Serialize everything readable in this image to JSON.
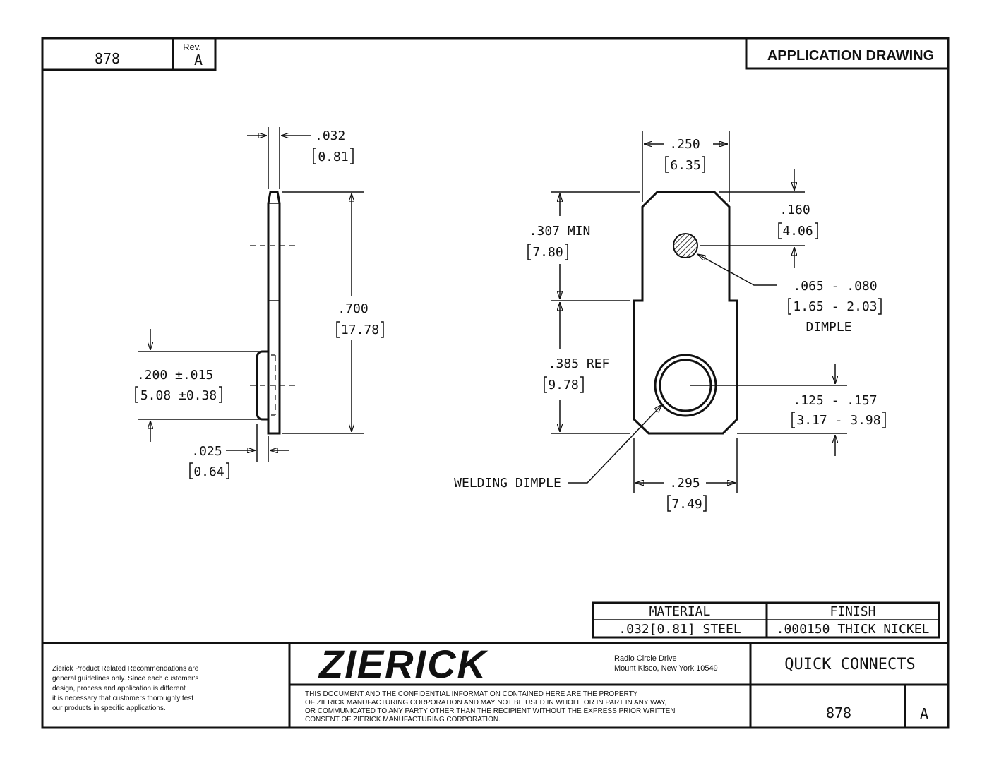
{
  "header": {
    "part_number": "878",
    "rev_label": "Rev.",
    "rev_value": "A",
    "title": "APPLICATION DRAWING"
  },
  "side_view": {
    "thickness": {
      "imperial": ".032",
      "metric": "0.81"
    },
    "length": {
      "imperial": ".700",
      "metric": "17.78"
    },
    "dimple_pos": {
      "imperial": ".200 ±.015",
      "metric": "5.08 ±0.38"
    },
    "dimple_height": {
      "imperial": ".025",
      "metric": "0.64"
    }
  },
  "front_view": {
    "width_top": {
      "imperial": ".250",
      "metric": "6.35"
    },
    "tab_length": {
      "imperial": ".307 MIN",
      "metric": "7.80"
    },
    "base_length": {
      "imperial": ".385  REF",
      "metric": "9.78"
    },
    "dimple_offset": {
      "imperial": ".160",
      "metric": "4.06"
    },
    "dimple_dia": {
      "imperial": ".065 - .080",
      "metric": "1.65 - 2.03",
      "label": "DIMPLE"
    },
    "hole_dia": {
      "imperial": ".125 - .157",
      "metric": "3.17 - 3.98"
    },
    "width_base": {
      "imperial": ".295",
      "metric": "7.49"
    },
    "welding_label": "WELDING DIMPLE"
  },
  "spec_table": {
    "material_header": "MATERIAL",
    "material_value": ".032[0.81] STEEL",
    "finish_header": "FINISH",
    "finish_value": ".000150 THICK NICKEL"
  },
  "title_block": {
    "disclaimer": [
      "Zierick Product Related Recommendations are",
      "general guidelines only. Since each customer's",
      "design, process and application is different",
      "it is necessary that customers thoroughly test",
      "our products in specific applications."
    ],
    "company": "ZIERICK",
    "address_line1": "Radio Circle Drive",
    "address_line2": "Mount Kisco, New York 10549",
    "confidential": [
      "THIS DOCUMENT AND THE CONFIDENTIAL INFORMATION CONTAINED HERE ARE THE PROPERTY",
      "OF ZIERICK MANUFACTURING CORPORATION AND MAY NOT BE USED IN WHOLE OR IN PART IN ANY WAY,",
      "OR COMMUNICATED TO ANY PARTY OTHER THAN THE RECIPIENT WITHOUT THE EXPRESS PRIOR WRITTEN",
      "CONSENT OF ZIERICK MANUFACTURING CORPORATION."
    ],
    "product": "QUICK CONNECTS",
    "part_number": "878",
    "rev": "A"
  }
}
